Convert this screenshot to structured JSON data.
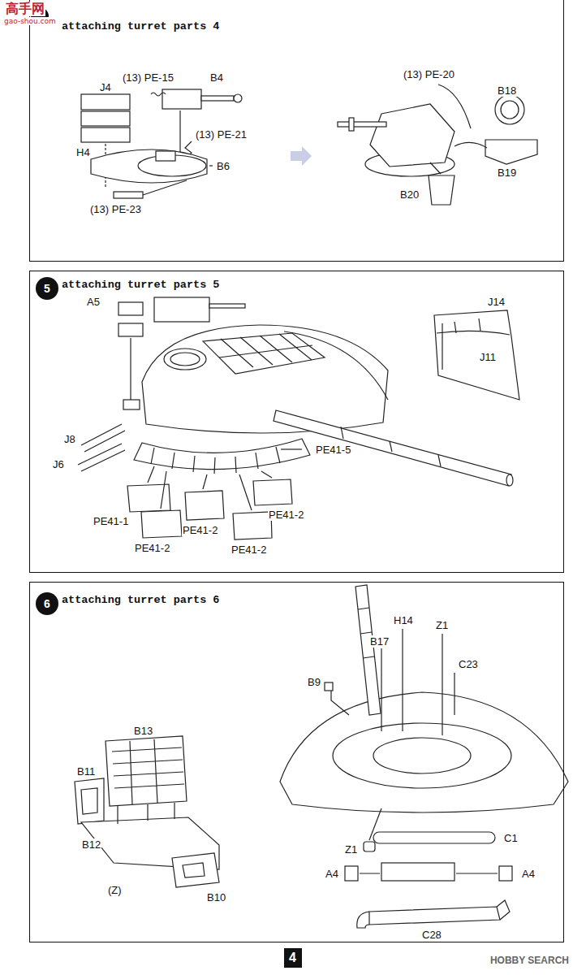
{
  "diagram": {
    "nodes": [
      {
        "text": [
          "attaching turret parts 4"
        ]
      },
      {
        "text": [
          "attaching turret parts 5"
        ]
      },
      {
        "text": [
          "5"
        ],
        "in": 1
      },
      {
        "text": [
          "attaching turret parts 6"
        ]
      },
      {
        "text": [
          "6"
        ],
        "in": 3
      }
    ],
    "labels": [
      "高手网",
      "gao-shou.com",
      "J4",
      "(13) PE-15",
      "B4",
      "(13) PE-21",
      "H4",
      "B6",
      "(13) PE-23",
      "(13) PE-20",
      "B18",
      "B19",
      "B20",
      "A5",
      "J14",
      "J11",
      "J8",
      "J6",
      "PE41-5",
      "PE41-1",
      "PE41-2",
      "PE41-2",
      "PE41-2",
      "PE41-2",
      "H14",
      "Z1",
      "B17",
      "C23",
      "B9",
      "B13",
      "B11",
      "B12",
      "(Z)",
      "B10",
      "Z1",
      "C1",
      "A4",
      "A4",
      "C28",
      "4",
      "HOBBY SEARCH"
    ]
  }
}
